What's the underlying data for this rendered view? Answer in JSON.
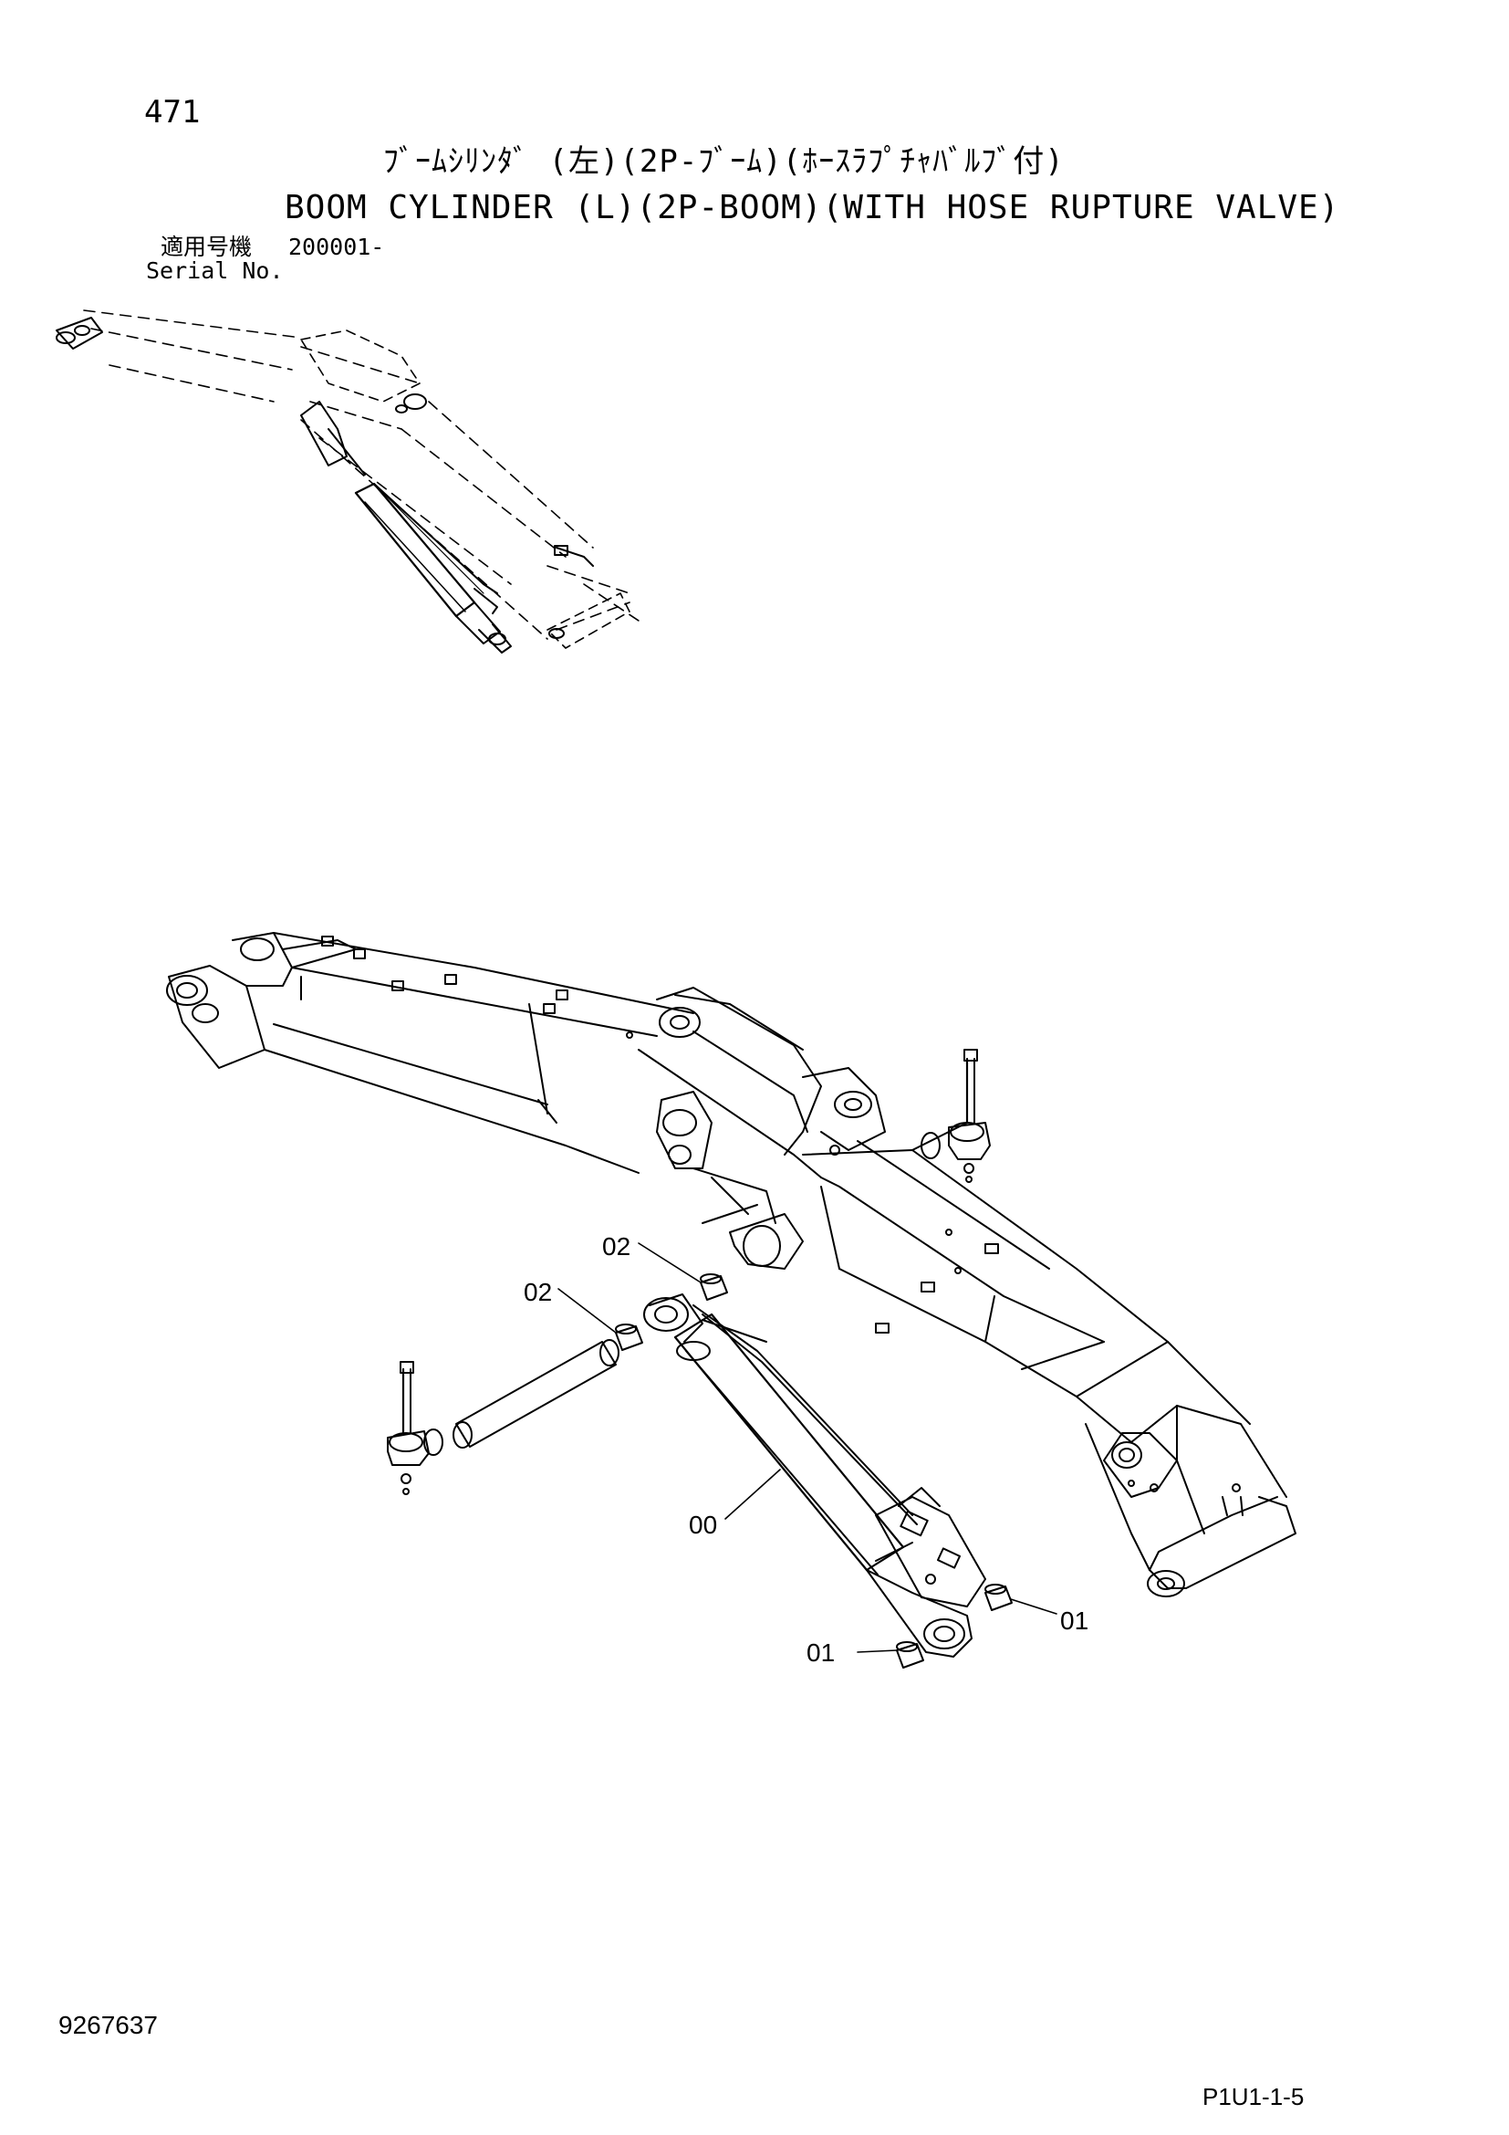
{
  "header": {
    "page_number": "471",
    "title_jp": "ﾌﾞｰﾑｼﾘﾝﾀﾞ (左)(2P-ﾌﾞｰﾑ)(ﾎｰｽﾗﾌﾟﾁｬﾊﾞﾙﾌﾞ付)",
    "title_en": "BOOM CYLINDER (L)(2P-BOOM)(WITH HOSE RUPTURE VALVE)",
    "serial_label_jp": "適用号機",
    "serial_value": "200001-",
    "serial_label_en": "Serial No."
  },
  "callouts": {
    "c02_top": "02",
    "c02_left": "02",
    "c00": "00",
    "c01_right": "01",
    "c01_bottom": "01"
  },
  "footer": {
    "doc_number": "9267637",
    "page_code": "P1U1-1-5"
  }
}
